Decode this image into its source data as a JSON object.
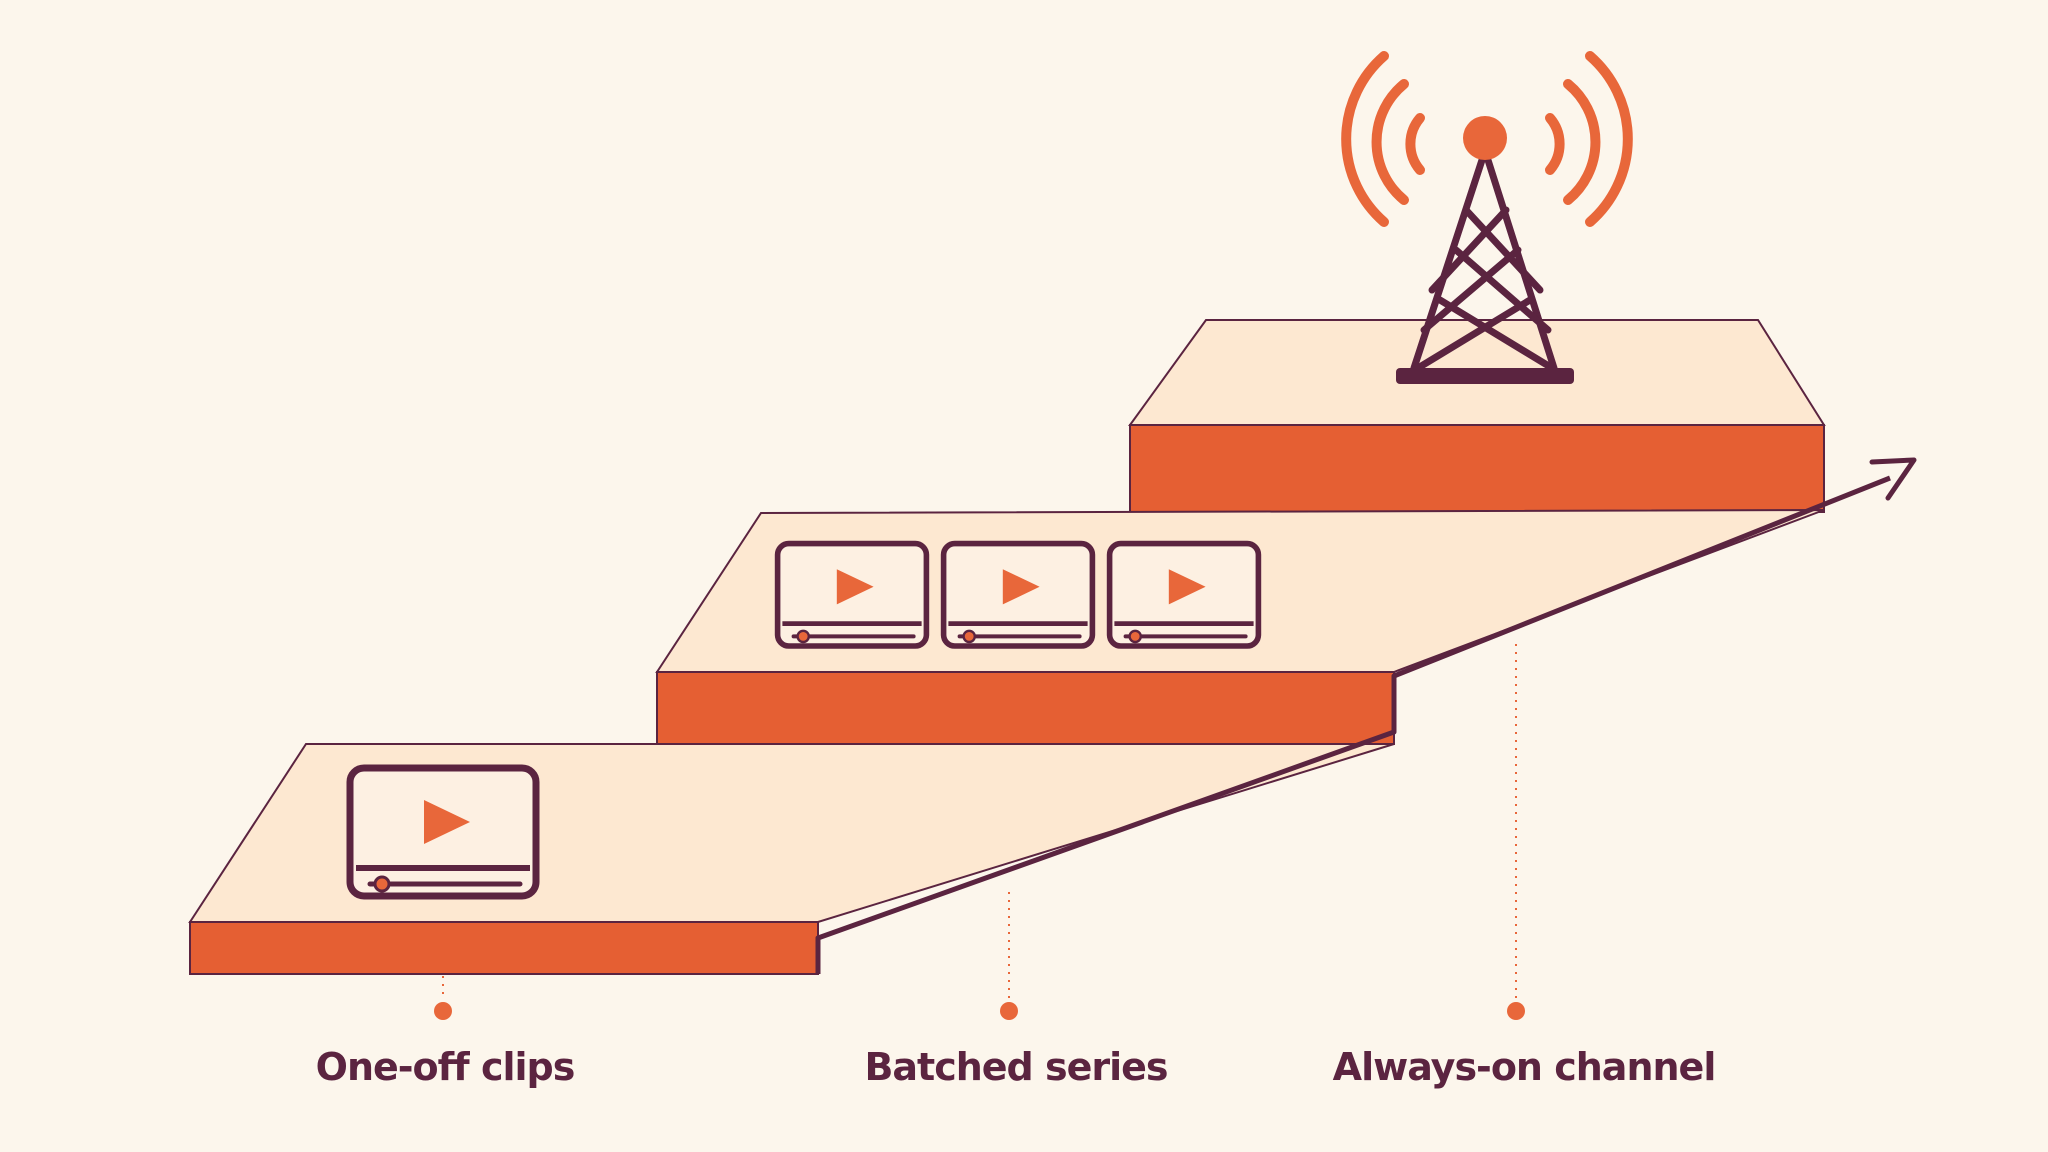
{
  "colors": {
    "background": "#fcf6ec",
    "step_top": "#fde8d1",
    "step_front": "#e55f33",
    "outline": "#5b2440",
    "accent": "#e8673a"
  },
  "steps": [
    {
      "label": "One-off clips",
      "icon": "video-player-icon",
      "video_count": 1
    },
    {
      "label": "Batched series",
      "icon": "video-player-icon",
      "video_count": 3
    },
    {
      "label": "Always-on channel",
      "icon": "broadcast-tower-icon",
      "video_count": 0
    }
  ],
  "growth_arrow_icon": "arrow-up-right-icon"
}
